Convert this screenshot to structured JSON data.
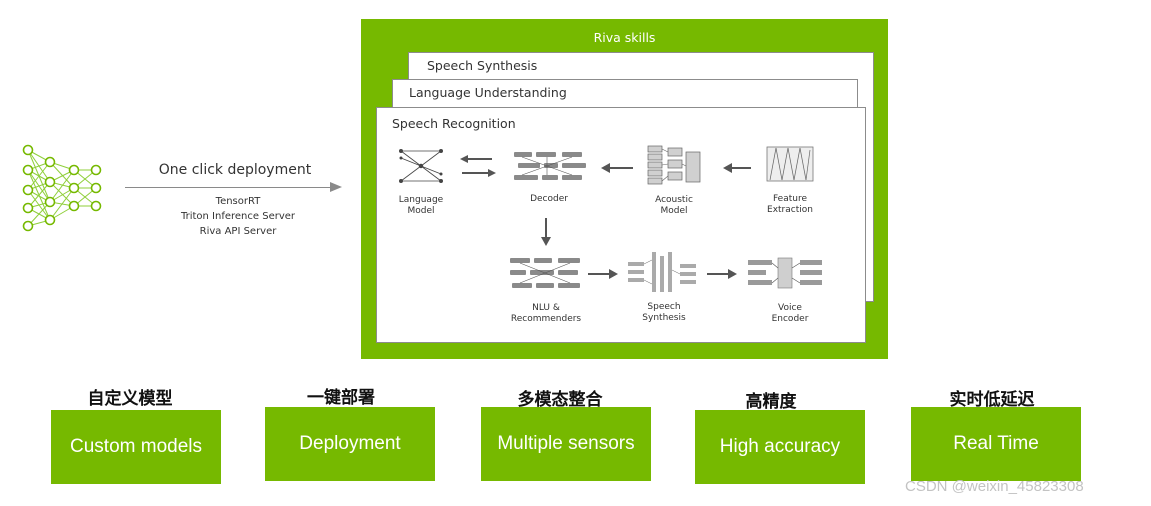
{
  "deployment": {
    "title": "One click deployment",
    "items": [
      "TensorRT",
      "Triton Inference Server",
      "Riva API Server"
    ]
  },
  "riva": {
    "title": "Riva skills",
    "cards": [
      "Speech Synthesis",
      "Language Understanding",
      "Speech Recognition"
    ]
  },
  "pipeline": {
    "language_model": [
      "Language",
      "Model"
    ],
    "decoder": "Decoder",
    "acoustic_model": [
      "Acoustic",
      "Model"
    ],
    "feature_extraction": [
      "Feature",
      "Extraction"
    ],
    "nlu": [
      "NLU &",
      "Recommenders"
    ],
    "speech_synthesis": [
      "Speech",
      "Synthesis"
    ],
    "voice_encoder": [
      "Voice",
      "Encoder"
    ]
  },
  "features": [
    {
      "cn": "自定义模型",
      "en": "Custom models"
    },
    {
      "cn": "一键部署",
      "en": "Deployment"
    },
    {
      "cn": "多模态整合",
      "en": "Multiple sensors"
    },
    {
      "cn": "高精度",
      "en": "High accuracy"
    },
    {
      "cn": "实时低延迟",
      "en": "Real Time"
    }
  ],
  "watermark": "CSDN @weixin_45823308",
  "colors": {
    "accent": "#76b900",
    "text": "#333333"
  },
  "icons": [
    "neural-network-icon",
    "arrow-right-icon",
    "arrow-left-icon",
    "arrow-down-icon"
  ]
}
